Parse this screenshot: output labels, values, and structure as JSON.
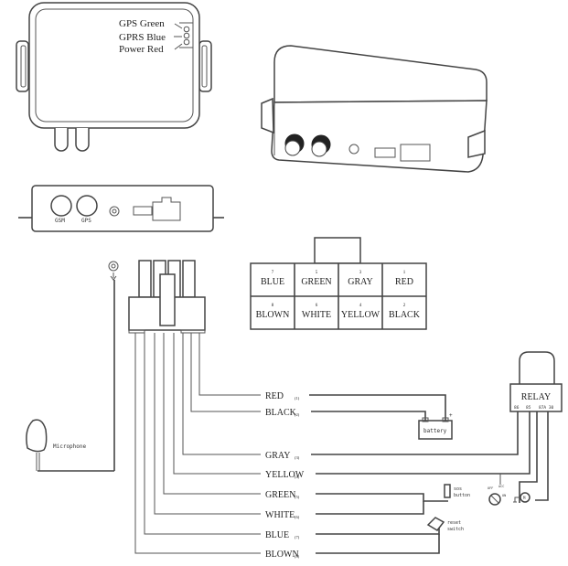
{
  "top_device": {
    "leds": [
      {
        "label": "GPS Green"
      },
      {
        "label": "GPRS Blue"
      },
      {
        "label": "Power Red"
      }
    ]
  },
  "front_panel": {
    "ports": [
      {
        "label": "GSM"
      },
      {
        "label": "GPS"
      }
    ]
  },
  "connector_table": {
    "rows": [
      [
        {
          "pin": "7",
          "color": "BLUE"
        },
        {
          "pin": "5",
          "color": "GREEN"
        },
        {
          "pin": "3",
          "color": "GRAY"
        },
        {
          "pin": "1",
          "color": "RED"
        }
      ],
      [
        {
          "pin": "8",
          "color": "BLOWN"
        },
        {
          "pin": "6",
          "color": "WHITE"
        },
        {
          "pin": "4",
          "color": "YELLOW"
        },
        {
          "pin": "2",
          "color": "BLACK"
        }
      ]
    ]
  },
  "wires": [
    {
      "name": "RED",
      "pin": "(1)"
    },
    {
      "name": "BLACK",
      "pin": "(2)"
    },
    {
      "name": "GRAY",
      "pin": "(3)"
    },
    {
      "name": "YELLOW",
      "pin": "(4)"
    },
    {
      "name": "GREEN",
      "pin": "(5)"
    },
    {
      "name": "WHITE",
      "pin": "(6)"
    },
    {
      "name": "BLUE",
      "pin": "(7)"
    },
    {
      "name": "BLOWN",
      "pin": "(8)"
    }
  ],
  "components": {
    "battery": "battery",
    "battery_plus": "+",
    "relay": "RELAY",
    "relay_pins": [
      "86",
      "85",
      "87A 30"
    ],
    "sos_button": [
      "sos",
      "button"
    ],
    "reset_switch": [
      "reset",
      "switch"
    ],
    "microphone": "Microphone",
    "ignition_labels": [
      "OFF",
      "ACC",
      "ON"
    ],
    "motor_label": "M"
  }
}
